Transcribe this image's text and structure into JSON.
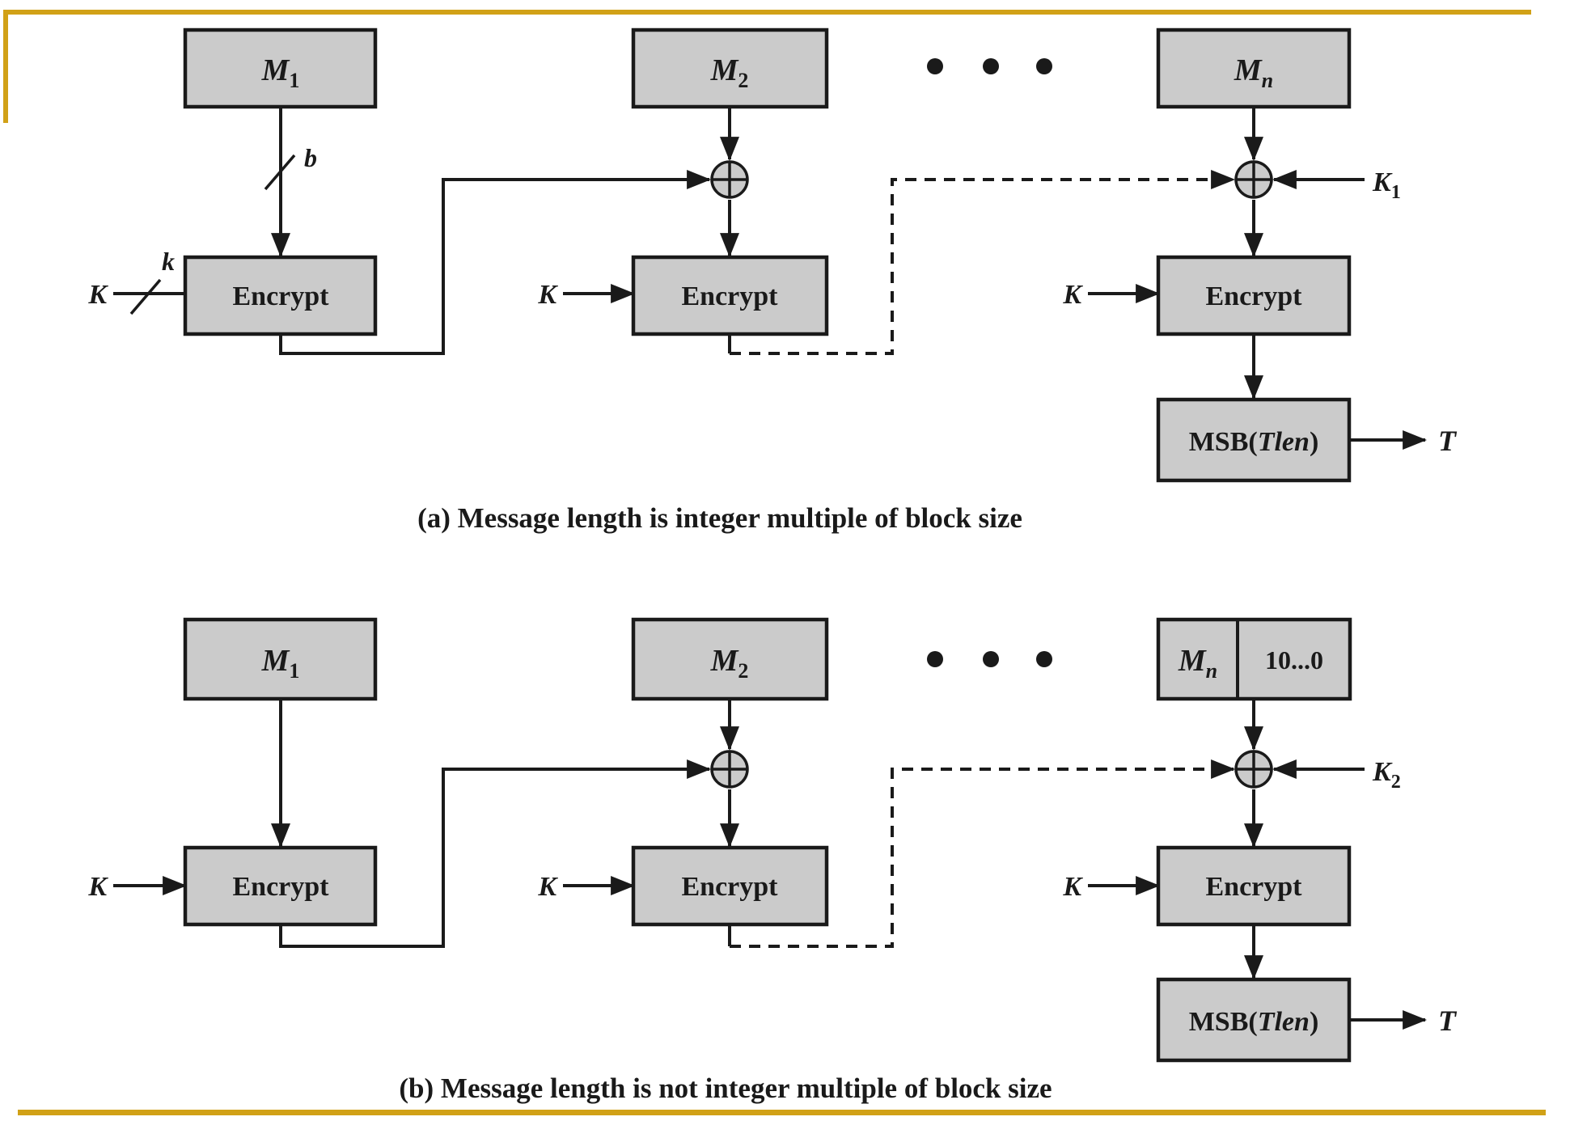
{
  "figure": {
    "colors": {
      "accent": "#D1A117",
      "box_fill": "#CBCBCB",
      "ink": "#1A1A1A",
      "bg": "#FFFFFF"
    },
    "labels": {
      "message_block": "M",
      "sub_1": "1",
      "sub_2": "2",
      "sub_n": "n",
      "encrypt": "Encrypt",
      "key": "K",
      "key_bits": "k",
      "block_bits": "b",
      "msb_open": "MSB(",
      "msb_tlen": "Tlen",
      "msb_close": ")",
      "tag": "T",
      "padding": "10...0"
    },
    "captions": {
      "a": "(a) Message length is integer multiple of block size",
      "b": "(b) Message length is not integer multiple of block size"
    }
  }
}
